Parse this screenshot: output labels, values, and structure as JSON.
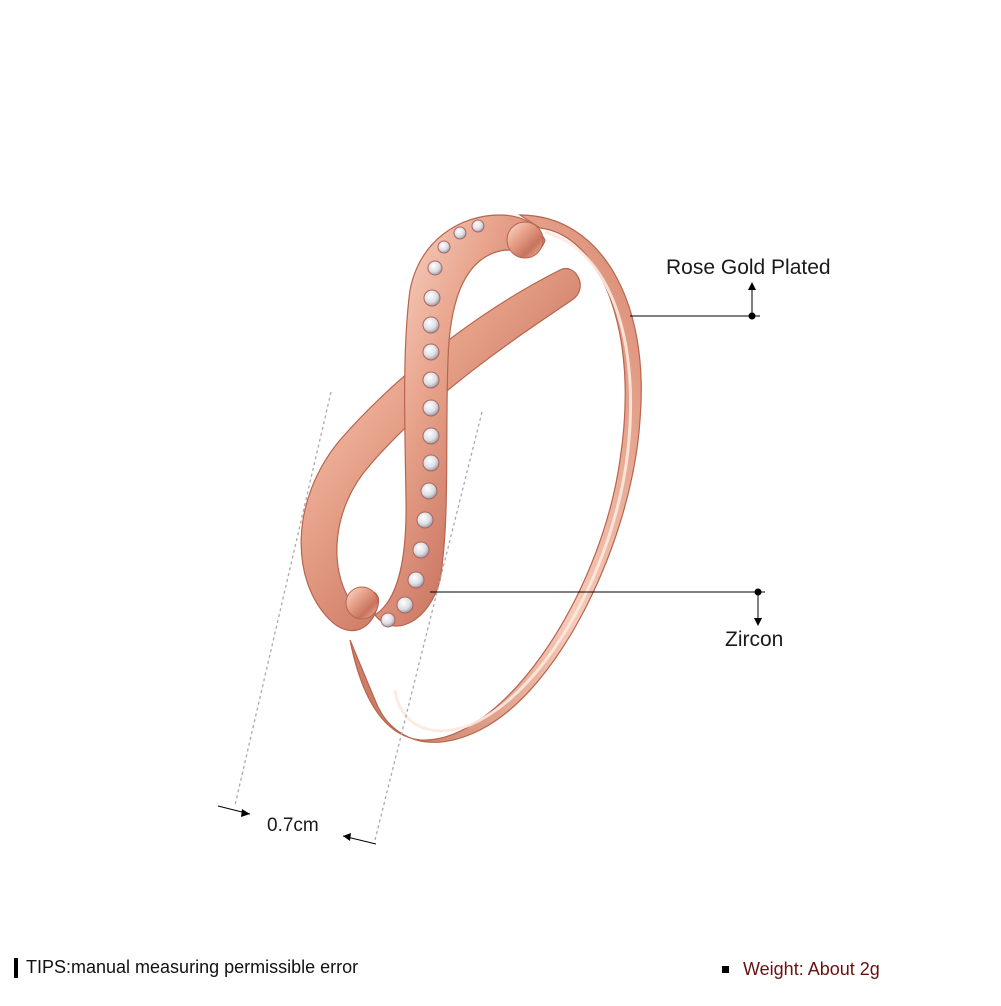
{
  "product": {
    "callouts": {
      "material": "Rose Gold Plated",
      "stone": "Zircon",
      "width": "0.7cm"
    },
    "footer": {
      "tips": "TIPS:manual measuring permissible error",
      "weight": "Weight: About 2g"
    },
    "colors": {
      "rose_gold_dark": "#c8735e",
      "rose_gold_mid": "#e9a58d",
      "rose_gold_light": "#fbe0d4",
      "weight_text": "#6b1010",
      "line": "#000000"
    },
    "icons": [
      "arrow-up-icon",
      "arrow-down-icon",
      "double-arrow-icon",
      "bullet-square-icon"
    ]
  }
}
